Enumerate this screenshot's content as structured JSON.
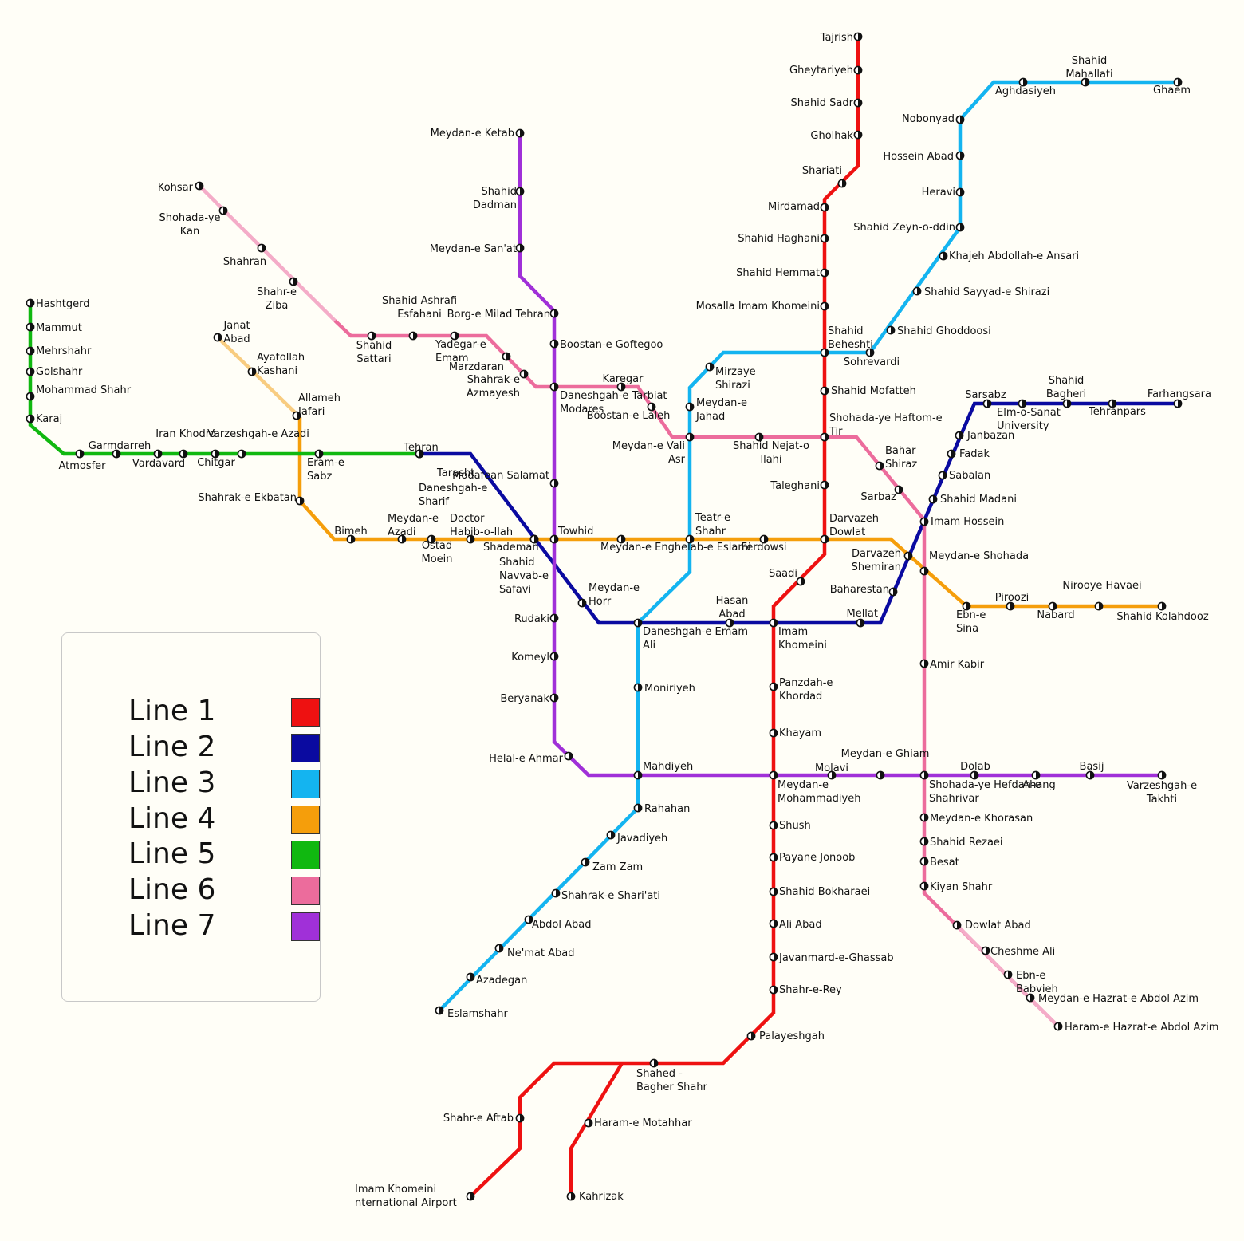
{
  "lines": [
    {
      "id": "line-1",
      "label": "Line 1",
      "color": "#ee1111"
    },
    {
      "id": "line-2",
      "label": "Line 2",
      "color": "#0a0aa0"
    },
    {
      "id": "line-3",
      "label": "Line 3",
      "color": "#14b4f0"
    },
    {
      "id": "line-4",
      "label": "Line 4",
      "color": "#f59e0b"
    },
    {
      "id": "line-5",
      "label": "Line 5",
      "color": "#10b810"
    },
    {
      "id": "line-6",
      "label": "Line 6",
      "color": "#ec6c9c"
    },
    {
      "id": "line-7",
      "label": "Line 7",
      "color": "#a030d8"
    }
  ],
  "secondary_colors": {
    "line-4-light": "#f8cc80",
    "line-6-light": "#f4acc8"
  },
  "stations": [
    {
      "name": "Tajrish"
    },
    {
      "name": "Gheytariyeh"
    },
    {
      "name": "Shahid Sadr"
    },
    {
      "name": "Gholhak"
    },
    {
      "name": "Shariati"
    },
    {
      "name": "Mirdamad"
    },
    {
      "name": "Shahid Haghani"
    },
    {
      "name": "Shahid Hemmat"
    },
    {
      "name": "Mosalla Imam Khomeini"
    },
    {
      "name": "Shahid Beheshti"
    },
    {
      "name": "Shahid Mofatteh"
    },
    {
      "name": "Shohada-ye Haftom-e Tir"
    },
    {
      "name": "Taleghani"
    },
    {
      "name": "Darvazeh Dowlat"
    },
    {
      "name": "Saadi"
    },
    {
      "name": "Imam Khomeini"
    },
    {
      "name": "Panzdah-e Khordad"
    },
    {
      "name": "Khayam"
    },
    {
      "name": "Meydan-e Mohammadiyeh"
    },
    {
      "name": "Shush"
    },
    {
      "name": "Payane Jonoob"
    },
    {
      "name": "Shahid Bokharaei"
    },
    {
      "name": "Ali Abad"
    },
    {
      "name": "Javanmard-e-Ghassab"
    },
    {
      "name": "Shahr-e-Rey"
    },
    {
      "name": "Palayeshgah"
    },
    {
      "name": "Shahed - Bagher Shahr"
    },
    {
      "name": "Shahr-e Aftab"
    },
    {
      "name": "Imam Khomeini nternational Airport"
    },
    {
      "name": "Haram-e Motahhar"
    },
    {
      "name": "Kahrizak"
    },
    {
      "name": "Farhangsara"
    },
    {
      "name": "Tehranpars"
    },
    {
      "name": "Shahid Bagheri"
    },
    {
      "name": "Elm-o-Sanat University"
    },
    {
      "name": "Sarsabz"
    },
    {
      "name": "Janbazan"
    },
    {
      "name": "Fadak"
    },
    {
      "name": "Sabalan"
    },
    {
      "name": "Shahid Madani"
    },
    {
      "name": "Imam Hossein"
    },
    {
      "name": "Darvazeh Shemiran"
    },
    {
      "name": "Baharestan"
    },
    {
      "name": "Mellat"
    },
    {
      "name": "Hasan Abad"
    },
    {
      "name": "Daneshgah-e Emam Ali"
    },
    {
      "name": "Meydan-e Horr"
    },
    {
      "name": "Shahid Navvab-e Safavi"
    },
    {
      "name": "Shademan"
    },
    {
      "name": "Daneshgah-e Sharif"
    },
    {
      "name": "Tarasht"
    },
    {
      "name": "Tehran"
    },
    {
      "name": "Ghaem"
    },
    {
      "name": "Shahid Mahallati"
    },
    {
      "name": "Aghdasiyeh"
    },
    {
      "name": "Nobonyad"
    },
    {
      "name": "Hossein Abad"
    },
    {
      "name": "Heravi"
    },
    {
      "name": "Shahid Zeyn-o-ddin"
    },
    {
      "name": "Khajeh Abdollah-e Ansari"
    },
    {
      "name": "Shahid Sayyad-e Shirazi"
    },
    {
      "name": "Shahid Ghoddoosi"
    },
    {
      "name": "Sohrevardi"
    },
    {
      "name": "Mirzaye Shirazi"
    },
    {
      "name": "Meydan-e Jahad"
    },
    {
      "name": "Meydan-e Vali Asr"
    },
    {
      "name": "Teatr-e Shahr"
    },
    {
      "name": "Moniriyeh"
    },
    {
      "name": "Mahdiyeh"
    },
    {
      "name": "Rahahan"
    },
    {
      "name": "Javadiyeh"
    },
    {
      "name": "Zam Zam"
    },
    {
      "name": "Shahrak-e Shari'ati"
    },
    {
      "name": "Abdol Abad"
    },
    {
      "name": "Ne'mat Abad"
    },
    {
      "name": "Azadegan"
    },
    {
      "name": "Eslamshahr"
    },
    {
      "name": "Shahid Kolahdooz"
    },
    {
      "name": "Nirooye Havaei"
    },
    {
      "name": "Nabard"
    },
    {
      "name": "Piroozi"
    },
    {
      "name": "Ebn-e Sina"
    },
    {
      "name": "Meydan-e Shohada"
    },
    {
      "name": "Ferdowsi"
    },
    {
      "name": "Meydan-e Enghelab-e Eslami"
    },
    {
      "name": "Towhid"
    },
    {
      "name": "Doctor Habib-o-llah"
    },
    {
      "name": "Ostad Moein"
    },
    {
      "name": "Meydan-e Azadi"
    },
    {
      "name": "Bimeh"
    },
    {
      "name": "Shahrak-e Ekbatan"
    },
    {
      "name": "Eram-e Sabz"
    },
    {
      "name": "Allameh Jafari"
    },
    {
      "name": "Ayatollah Kashani"
    },
    {
      "name": "Janat Abad"
    },
    {
      "name": "Hashtgerd"
    },
    {
      "name": "Mammut"
    },
    {
      "name": "Mehrshahr"
    },
    {
      "name": "Golshahr"
    },
    {
      "name": "Mohammad Shahr"
    },
    {
      "name": "Karaj"
    },
    {
      "name": "Atmosfer"
    },
    {
      "name": "Garmdarreh"
    },
    {
      "name": "Vardavard"
    },
    {
      "name": "Iran Khodro"
    },
    {
      "name": "Chitgar"
    },
    {
      "name": "Varzeshgah-e Azadi"
    },
    {
      "name": "Kohsar"
    },
    {
      "name": "Shohada-ye Kan"
    },
    {
      "name": "Shahran"
    },
    {
      "name": "Shahr-e Ziba"
    },
    {
      "name": "Shahid Sattari"
    },
    {
      "name": "Shahid Ashrafi Esfahani"
    },
    {
      "name": "Yadegar-e Emam"
    },
    {
      "name": "Marzdaran"
    },
    {
      "name": "Shahrak-e Azmayesh"
    },
    {
      "name": "Daneshgah-e Tarbiat Modares"
    },
    {
      "name": "Karegar"
    },
    {
      "name": "Boostan-e Laleh"
    },
    {
      "name": "Shahid Nejat-o llahi"
    },
    {
      "name": "Bahar Shiraz"
    },
    {
      "name": "Sarbaz"
    },
    {
      "name": "Amir Kabir"
    },
    {
      "name": "Shohada-ye Hefdah-e Shahrivar"
    },
    {
      "name": "Meydan-e Khorasan"
    },
    {
      "name": "Shahid Rezaei"
    },
    {
      "name": "Besat"
    },
    {
      "name": "Kiyan Shahr"
    },
    {
      "name": "Dowlat Abad"
    },
    {
      "name": "Cheshme Ali"
    },
    {
      "name": "Ebn-e Babvieh"
    },
    {
      "name": "Meydan-e Hazrat-e Abdol Azim"
    },
    {
      "name": "Haram-e Hazrat-e Abdol Azim"
    },
    {
      "name": "Meydan-e Ketab"
    },
    {
      "name": "Shahid Dadman"
    },
    {
      "name": "Meydan-e San'at"
    },
    {
      "name": "Borg-e Milad Tehran"
    },
    {
      "name": "Boostan-e Goftegoo"
    },
    {
      "name": "Modafean Salamat"
    },
    {
      "name": "Rudaki"
    },
    {
      "name": "Komeyl"
    },
    {
      "name": "Beryanak"
    },
    {
      "name": "Helal-e Ahmar"
    },
    {
      "name": "Molavi"
    },
    {
      "name": "Meydan-e Ghiam"
    },
    {
      "name": "Dolab"
    },
    {
      "name": "Ahang"
    },
    {
      "name": "Basij"
    },
    {
      "name": "Varzeshgah-e Takhti"
    }
  ]
}
